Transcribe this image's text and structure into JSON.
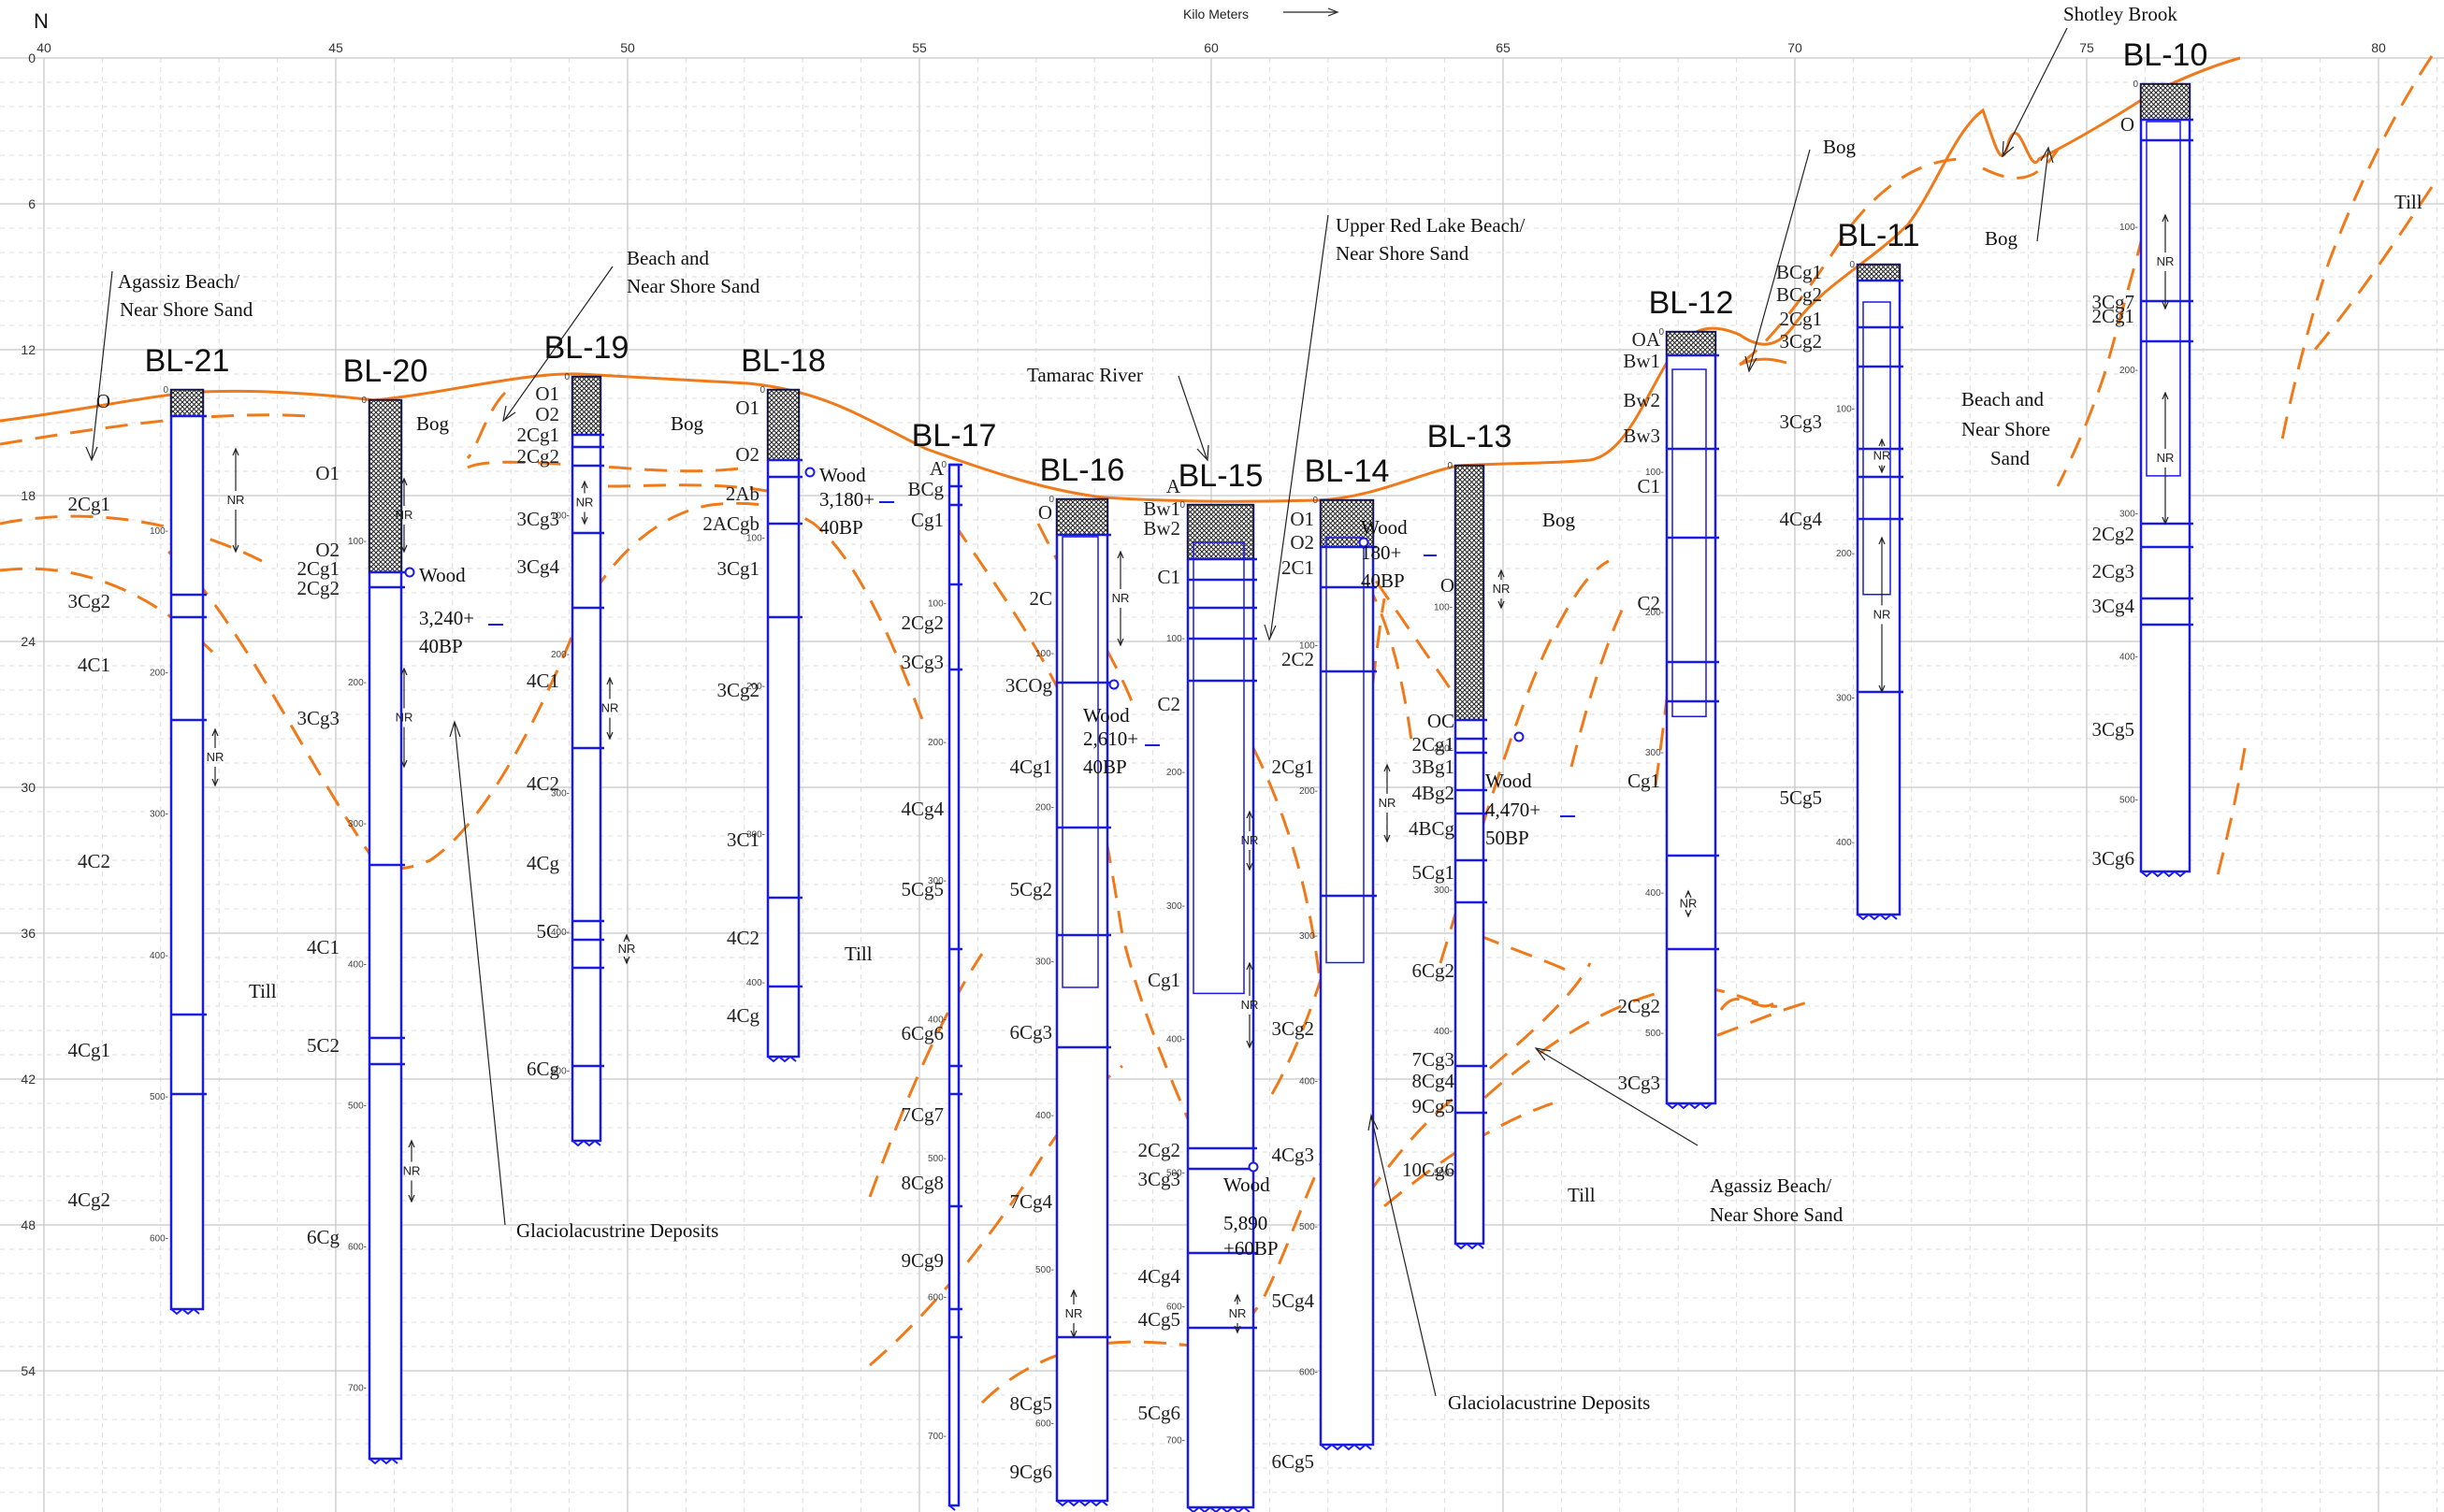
{
  "north_label": "N",
  "x_axis": {
    "title": "Kilo Meters",
    "ticks": [
      "40",
      "45",
      "50",
      "55",
      "60",
      "65",
      "70",
      "75",
      "80"
    ]
  },
  "y_axis": {
    "ticks": [
      "0",
      "6",
      "12",
      "18",
      "24",
      "30",
      "36",
      "42",
      "48",
      "54"
    ]
  },
  "boreholes": [
    {
      "name": "BL-21",
      "depth_ticks": [
        "0",
        "100",
        "200",
        "300",
        "400",
        "500",
        "600"
      ],
      "horizons": [
        "O",
        "2Cg1",
        "3Cg2",
        "4C1",
        "4C2",
        "4Cg1",
        "4Cg2"
      ]
    },
    {
      "name": "BL-20",
      "depth_ticks": [
        "0",
        "100",
        "200",
        "300",
        "400",
        "500",
        "600",
        "700"
      ],
      "horizons": [
        "O1",
        "O2",
        "2Cg1",
        "2Cg2",
        "3Cg3",
        "4C1",
        "5C2",
        "6Cg"
      ]
    },
    {
      "name": "BL-19",
      "depth_ticks": [
        "0",
        "100",
        "200",
        "300",
        "400",
        "500"
      ],
      "horizons": [
        "O1",
        "O2",
        "2Cg1",
        "2Cg2",
        "3Cg3",
        "3Cg4",
        "4C1",
        "4C2",
        "4Cg",
        "5C",
        "6Cg"
      ]
    },
    {
      "name": "BL-18",
      "depth_ticks": [
        "0",
        "100",
        "200",
        "300",
        "400"
      ],
      "horizons": [
        "O1",
        "O2",
        "2Ab",
        "2ACgb",
        "3Cg1",
        "3Cg2",
        "3C1",
        "4C2",
        "4Cg"
      ]
    },
    {
      "name": "BL-17",
      "depth_ticks": [
        "0",
        "100",
        "200",
        "300",
        "400",
        "500",
        "600",
        "700"
      ],
      "horizons": [
        "A",
        "BCg",
        "Cg1",
        "2Cg2",
        "3Cg3",
        "4Cg4",
        "5Cg5",
        "6Cg6",
        "7Cg7",
        "8Cg8",
        "9Cg9"
      ]
    },
    {
      "name": "BL-16",
      "depth_ticks": [
        "0",
        "100",
        "200",
        "300",
        "400",
        "500",
        "600"
      ],
      "horizons": [
        "O",
        "2C",
        "3COg",
        "4Cg1",
        "5Cg2",
        "6Cg3",
        "7Cg4",
        "8Cg5",
        "9Cg6"
      ]
    },
    {
      "name": "BL-15",
      "depth_ticks": [
        "0",
        "100",
        "200",
        "300",
        "400",
        "500",
        "600",
        "700"
      ],
      "horizons": [
        "A",
        "Bw1",
        "Bw2",
        "C1",
        "C2",
        "Cg1",
        "2Cg2",
        "3Cg3",
        "4Cg4",
        "4Cg5",
        "5Cg6"
      ]
    },
    {
      "name": "BL-14",
      "depth_ticks": [
        "0",
        "100",
        "200",
        "300",
        "400",
        "500",
        "600"
      ],
      "horizons": [
        "O1",
        "O2",
        "2C1",
        "2C2",
        "2Cg1",
        "3Cg2",
        "4Cg3",
        "5Cg4",
        "6Cg5"
      ]
    },
    {
      "name": "BL-13",
      "depth_ticks": [
        "0",
        "100",
        "200",
        "300",
        "400",
        "500"
      ],
      "horizons": [
        "O",
        "OC",
        "2Cg1",
        "3Bg1",
        "4Bg2",
        "4BCg",
        "5Cg1",
        "6Cg2",
        "7Cg3",
        "8Cg4",
        "9Cg5",
        "10Cg6"
      ]
    },
    {
      "name": "BL-12",
      "depth_ticks": [
        "0",
        "100",
        "200",
        "300",
        "400",
        "500"
      ],
      "horizons": [
        "OA",
        "Bw1",
        "Bw2",
        "Bw3",
        "C1",
        "C2",
        "Cg1",
        "2Cg2",
        "3Cg3"
      ]
    },
    {
      "name": "BL-11",
      "depth_ticks": [
        "0",
        "100",
        "200",
        "300",
        "400"
      ],
      "horizons": [
        "BCg1",
        "BCg2",
        "2Cg1",
        "3Cg2",
        "3Cg3",
        "4Cg4",
        "5Cg5"
      ]
    },
    {
      "name": "BL-10",
      "depth_ticks": [
        "0",
        "100",
        "200",
        "300",
        "400",
        "500"
      ],
      "horizons": [
        "O",
        "2Cg1",
        "2Cg2",
        "2Cg3",
        "3Cg4",
        "3Cg5",
        "3Cg6",
        "3Cg7"
      ]
    }
  ],
  "nr_label": "NR",
  "dates": [
    {
      "label": "Wood",
      "value": "3,240+",
      "err": "40BP"
    },
    {
      "label": "Wood",
      "value": "3,180+",
      "err": "40BP"
    },
    {
      "label": "Wood",
      "value": "2,610+",
      "err": "40BP"
    },
    {
      "label": "Wood",
      "value": "180+",
      "err": "40BP"
    },
    {
      "label": "Wood",
      "value": "4,470+",
      "err": "50BP"
    },
    {
      "label": "Wood",
      "value": "5,890",
      "err": "+60BP"
    }
  ],
  "annotations": {
    "agassiz_west": [
      "Agassiz Beach/",
      "Near Shore Sand"
    ],
    "beach_west": [
      "Beach and",
      "Near Shore Sand"
    ],
    "upper_red_lake": [
      "Upper Red Lake Beach/",
      "Near Shore Sand"
    ],
    "tamarac": "Tamarac River",
    "shotley": "Shotley Brook",
    "bog": "Bog",
    "till": "Till",
    "glacio": "Glaciolacustrine Deposits",
    "beach_east": [
      "Beach and",
      "Near Shore",
      "Sand"
    ],
    "agassiz_east": [
      "Agassiz Beach/",
      "Near Shore Sand"
    ]
  },
  "colors": {
    "core": "#1a1ae6",
    "contact": "#f07a1a",
    "grid": "#cccccc"
  }
}
